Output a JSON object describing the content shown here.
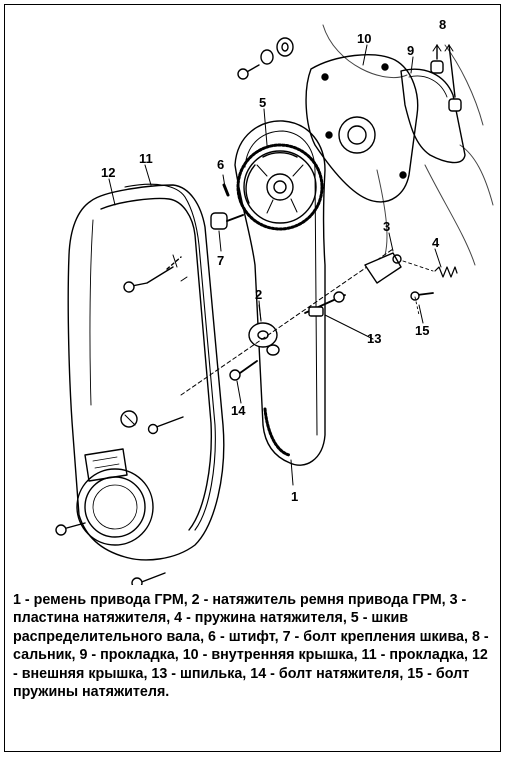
{
  "figure": {
    "labels": {
      "n1": "1",
      "n2": "2",
      "n3": "3",
      "n4": "4",
      "n5": "5",
      "n6": "6",
      "n7": "7",
      "n8": "8",
      "n9": "9",
      "n10": "10",
      "n11": "11",
      "n12": "12",
      "n13": "13",
      "n14": "14",
      "n15": "15"
    }
  },
  "caption": {
    "text": "1 - ремень привода ГРМ, 2 - натяжитель ремня привода ГРМ, 3 - пластина натяжителя, 4 - пружина натяжителя, 5 - шкив распределительного вала, 6 - штифт, 7 - болт крепления шкива, 8 - сальник, 9 - прокладка, 10 - внутренняя крышка, 11 - прокладка, 12 - внешняя крышка, 13 - шпилька, 14 - болт натяжителя, 15 - болт пружины натяжителя."
  }
}
